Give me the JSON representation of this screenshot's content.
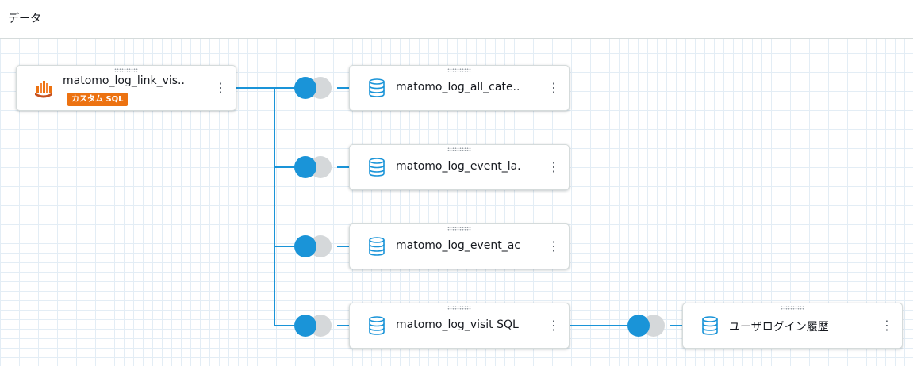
{
  "header": {
    "title": "データ"
  },
  "source": {
    "label": "matomo_log_link_vis..",
    "badge": "カスタム SQL",
    "icon": "amazon-athena-icon"
  },
  "datasets": [
    {
      "label": "matomo_log_all_cate..",
      "icon": "database-icon"
    },
    {
      "label": "matomo_log_event_la.",
      "icon": "database-icon"
    },
    {
      "label": "matomo_log_event_ac",
      "icon": "database-icon"
    },
    {
      "label": "matomo_log_visit SQL",
      "icon": "database-icon"
    },
    {
      "label": "ユーザログイン履歴",
      "icon": "database-icon"
    }
  ],
  "menu_glyph": "⋮",
  "colors": {
    "join_primary": "#1a94d8",
    "join_secondary": "#d5d8da",
    "wire": "#1a94d8",
    "badge": "#ec7211",
    "icon_stroke": "#1a94d8"
  }
}
